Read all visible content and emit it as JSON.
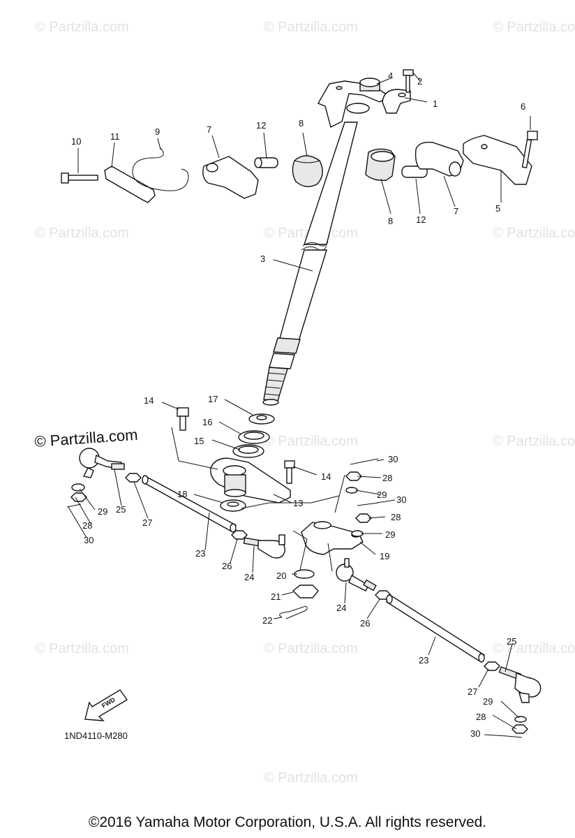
{
  "watermarks": [
    "© Partzilla.com",
    "© Partzilla.com",
    "© Partzilla.com",
    "© Partzilla.com",
    "© Partzilla.com",
    "© Partzilla.com",
    "© Partzilla.com",
    "© Partzilla.com",
    "© Partzilla.com",
    "© Partzilla.com",
    "© Partzilla.com",
    "© Partzilla.com"
  ],
  "watermark_main": "© Partzilla.com",
  "callouts": [
    "1",
    "2",
    "3",
    "4",
    "5",
    "6",
    "7",
    "7",
    "8",
    "8",
    "9",
    "10",
    "11",
    "12",
    "12",
    "13",
    "14",
    "14",
    "15",
    "16",
    "17",
    "18",
    "19",
    "20",
    "21",
    "22",
    "23",
    "23",
    "24",
    "24",
    "25",
    "25",
    "26",
    "26",
    "27",
    "27",
    "28",
    "28",
    "28",
    "28",
    "29",
    "29",
    "29",
    "29",
    "30",
    "30",
    "30",
    "30"
  ],
  "fwd_label": "FWD",
  "diagram_code": "1ND4110-M280",
  "copyright": "©2016 Yamaha Motor Corporation, U.S.A. All rights reserved."
}
